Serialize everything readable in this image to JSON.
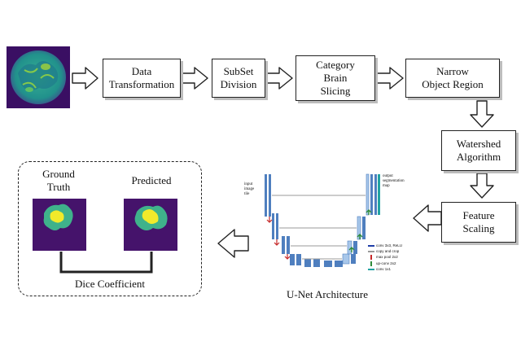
{
  "pipeline": {
    "data_transformation": "Data\nTransformation",
    "subset_division": "SubSet\nDivision",
    "category_brain_slicing": "Category\nBrain\nSlicing",
    "narrow_object_region": "Narrow\nObject Region",
    "watershed_algorithm": "Watershed\nAlgorithm",
    "feature_scaling": "Feature\nScaling"
  },
  "unet": {
    "caption": "U-Net Architecture",
    "input_label": "input\nimage\ntile",
    "output_label": "output\nsegmentation\nmap",
    "legend": [
      {
        "text": "conv 3x3, ReLU",
        "color": "#1f3ea8"
      },
      {
        "text": "copy and crop",
        "color": "#9a9a9a"
      },
      {
        "text": "max pool 2x2",
        "color": "#c62828"
      },
      {
        "text": "up-conv 2x2",
        "color": "#2e8b3a"
      },
      {
        "text": "conv 1x1",
        "color": "#22a3a3"
      }
    ]
  },
  "evaluation": {
    "ground_truth_label": "Ground\nTruth",
    "predicted_label": "Predicted",
    "dice_label": "Dice Coefficient"
  },
  "colors": {
    "mask_background": "#45136b",
    "tumor_green": "#3fb28b",
    "tumor_yellow": "#f1ea2b",
    "mri_dark": "#3a0f63",
    "mri_teal": "#2a9d8f"
  }
}
